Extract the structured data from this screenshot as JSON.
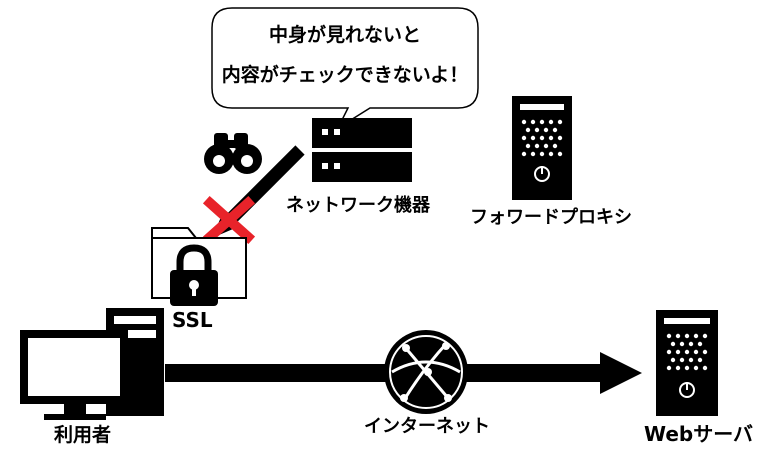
{
  "speech_bubble": {
    "line1": "中身が見れないと",
    "line2": "内容がチェックできないよ！"
  },
  "labels": {
    "network_device": "ネットワーク機器",
    "forward_proxy": "フォワードプロキシ",
    "ssl": "SSL",
    "user": "利用者",
    "internet": "インターネット",
    "web_server": "Webサーバ"
  },
  "colors": {
    "ink": "#000000",
    "blocked_mark": "#e8232a",
    "background": "#ffffff"
  }
}
